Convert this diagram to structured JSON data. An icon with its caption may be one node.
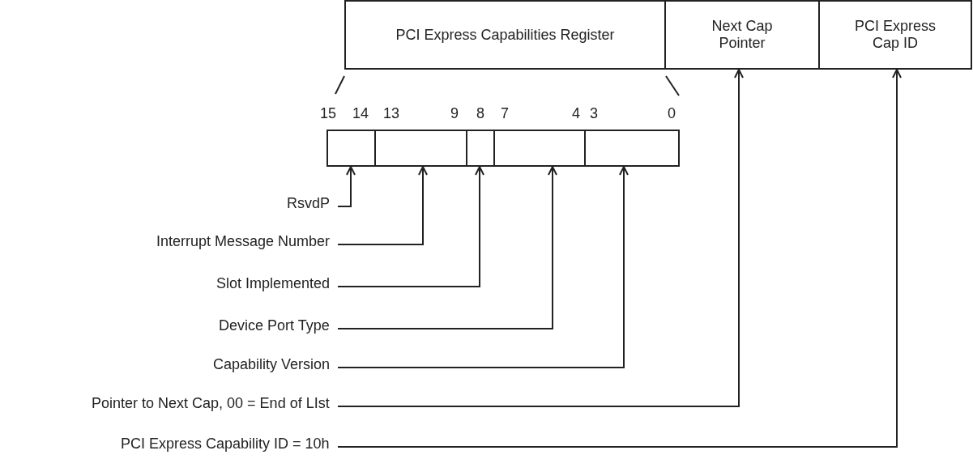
{
  "diagram": {
    "nodes": [
      {
        "text": [
          "PCI Express Capabilities Register"
        ]
      },
      {
        "text": [
          "Next Cap Pointer"
        ]
      },
      {
        "text": [
          "PCI Express Cap ID"
        ]
      },
      {
        "text": [],
        "shape": "box"
      },
      {
        "text": [],
        "shape": "box"
      },
      {
        "text": [],
        "shape": "box"
      },
      {
        "text": [],
        "shape": "box"
      },
      {
        "text": [],
        "shape": "box"
      },
      {
        "text": [
          "RsvdP"
        ]
      },
      {
        "text": [
          "Interrupt Message Number"
        ]
      },
      {
        "text": [
          "Slot Implemented"
        ]
      },
      {
        "text": [
          "Device Port Type"
        ]
      },
      {
        "text": [
          "Capability Version"
        ]
      },
      {
        "text": [
          "Pointer to Next Cap, 00 = End of LIst"
        ]
      },
      {
        "text": [
          "PCI Express Capability ID = 10h"
        ]
      }
    ],
    "edges": [
      {
        "from": 8,
        "to": 3,
        "arrow": "to"
      },
      {
        "from": 9,
        "to": 4,
        "arrow": "to"
      },
      {
        "from": 10,
        "to": 5,
        "arrow": "to"
      },
      {
        "from": 11,
        "to": 6,
        "arrow": "to"
      },
      {
        "from": 12,
        "to": 7,
        "arrow": "to"
      },
      {
        "from": 13,
        "to": 1,
        "arrow": "to"
      },
      {
        "from": 14,
        "to": 2,
        "arrow": "to"
      }
    ],
    "labels": [
      "15",
      "14",
      "13",
      "9",
      "8",
      "7",
      "4",
      "3",
      "0"
    ]
  }
}
